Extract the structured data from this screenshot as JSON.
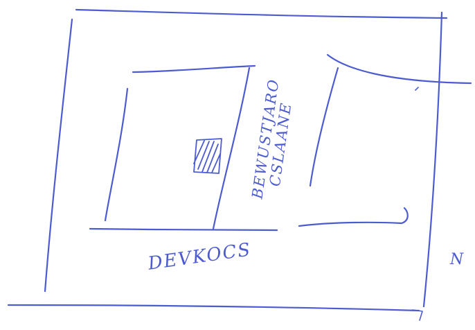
{
  "labels": {
    "bottom": "DEVKOCS",
    "vertical_left": "BEWUSTJARO",
    "vertical_right": "CSLAANE",
    "right_edge": "N"
  },
  "colors": {
    "ink": "#4d5bd1",
    "paper": "#ffffff"
  }
}
